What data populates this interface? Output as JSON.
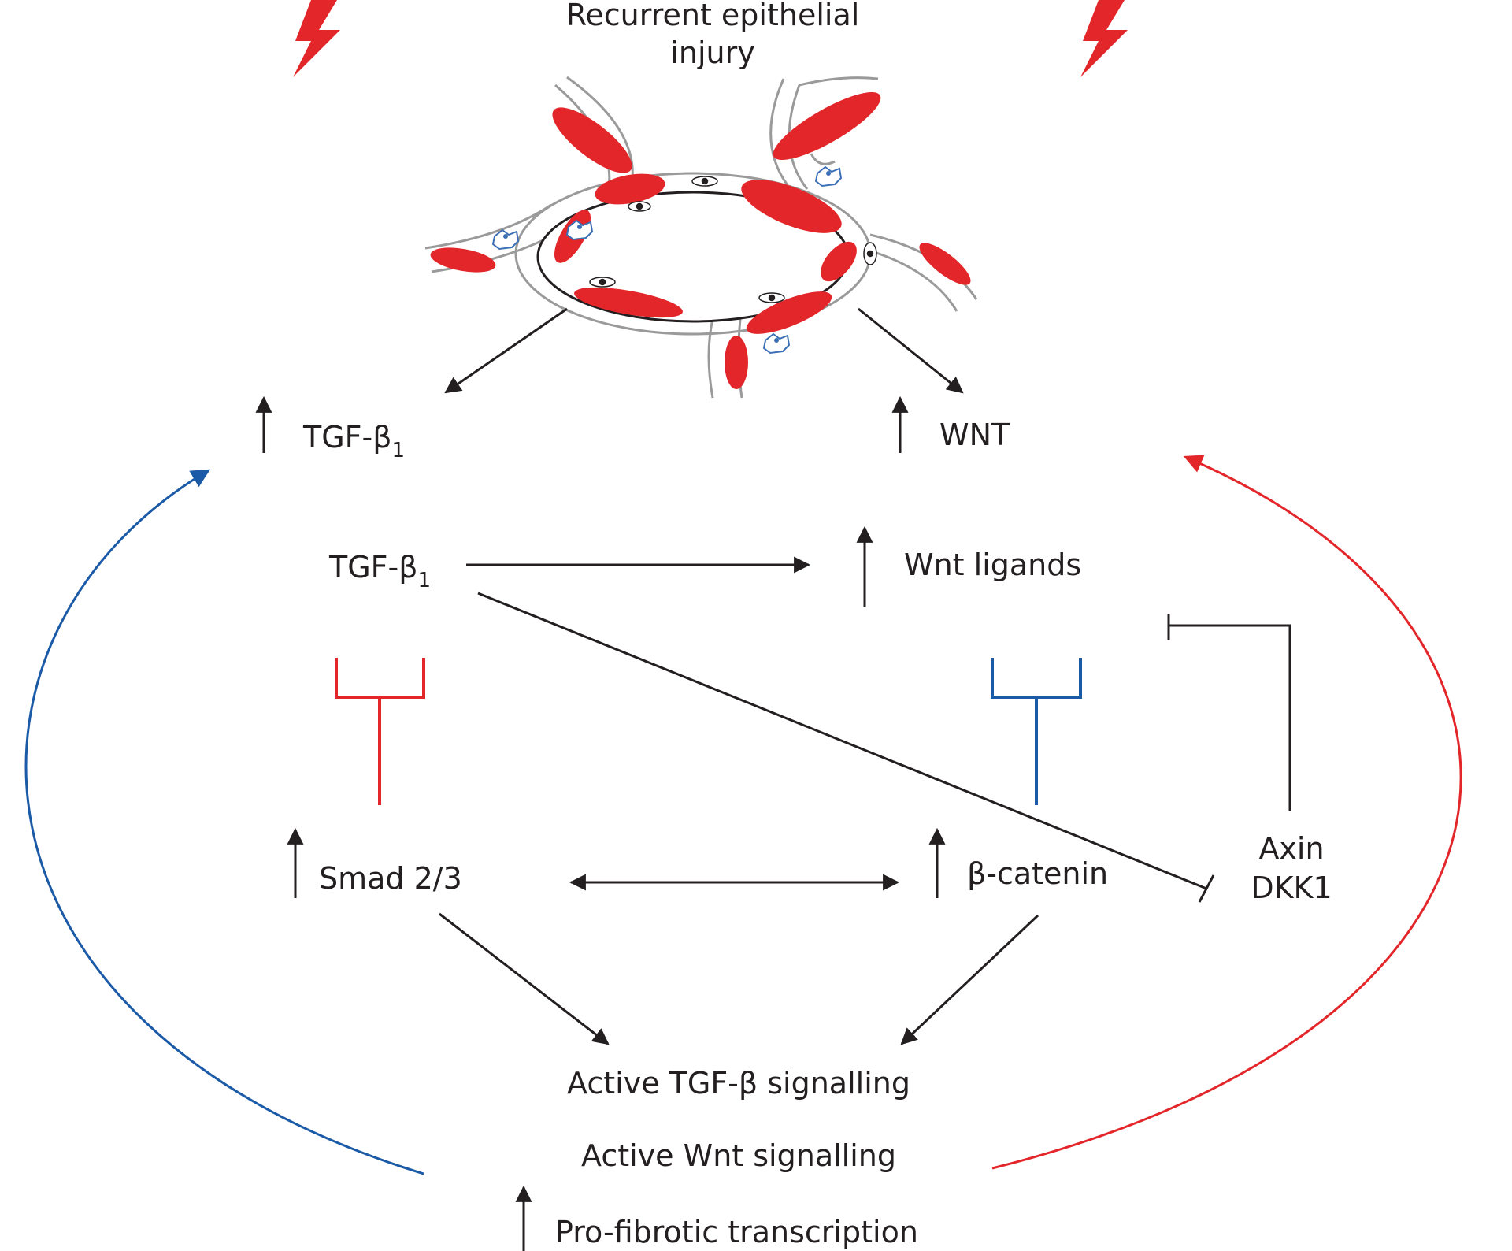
{
  "title": {
    "line1": "Recurrent epithelial",
    "line2": "injury"
  },
  "labels": {
    "tgf_top": "TGF-β",
    "tgf_top_sub": "1",
    "wnt_top": "WNT",
    "tgf_mid": "TGF-β",
    "tgf_mid_sub": "1",
    "wnt_ligands": "Wnt ligands",
    "smad": "Smad 2/3",
    "beta_catenin": "β-catenin",
    "axin": "Axin",
    "dkk1": "DKK1",
    "active_tgf": "Active TGF-β signalling",
    "active_wnt": "Active Wnt signalling",
    "pro_fibrotic": "Pro-fibrotic transcription"
  },
  "colors": {
    "red": "#e3262a",
    "blue": "#1b5aa6",
    "black": "#231f20",
    "cell_outline": "#9a9a9a",
    "nucleus_blue": "#3b6fb5"
  },
  "icons": [
    "lightning-bolt-icon",
    "lightning-bolt-icon",
    "alveolus-illustration"
  ]
}
